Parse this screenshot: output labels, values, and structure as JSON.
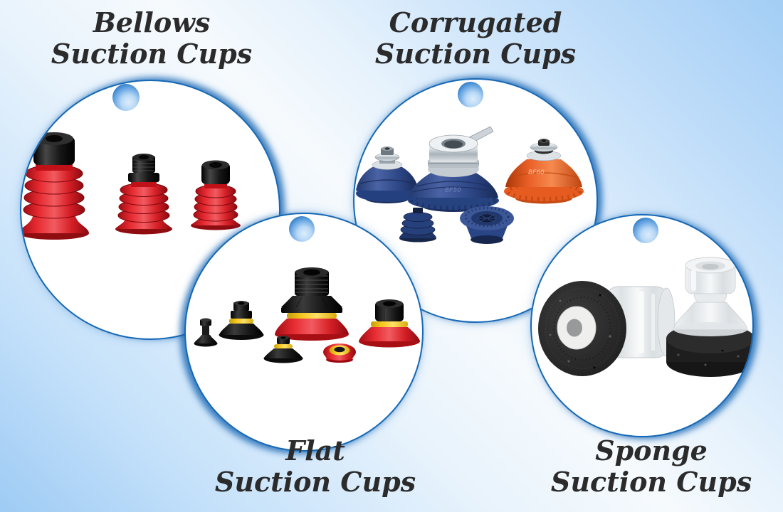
{
  "page": {
    "background_colors": {
      "corner_blue": "#a3cef5",
      "center_pale": "#f4fafd"
    },
    "accent_blue": "#1565b8",
    "title_color": "#2b2b2b"
  },
  "categories": [
    {
      "id": "bellows",
      "title_line1": "Bellows",
      "title_line2": "Suction Cups",
      "image_alt": "Three red bellows suction cups with black fittings"
    },
    {
      "id": "corrugated",
      "title_line1": "Corrugated",
      "title_line2": "Suction Cups",
      "image_alt": "Blue and orange corrugated suction cups with metal mounts"
    },
    {
      "id": "flat",
      "title_line1": "Flat",
      "title_line2": "Suction Cups",
      "image_alt": "Red and black flat suction cups with yellow rings"
    },
    {
      "id": "sponge",
      "title_line1": "Sponge",
      "title_line2": "Suction Cups",
      "image_alt": "Sponge suction cups with clear plastic bodies"
    }
  ],
  "embossed_labels": {
    "corrugated_center": "BF50",
    "corrugated_right": "BF60"
  }
}
